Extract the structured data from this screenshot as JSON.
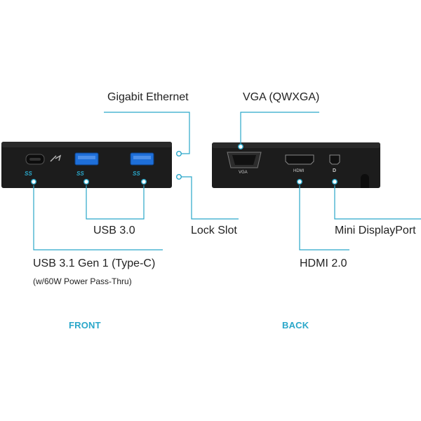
{
  "labels": {
    "gigabit_ethernet": "Gigabit Ethernet",
    "vga": "VGA (QWXGA)",
    "usb30": "USB 3.0",
    "lock_slot": "Lock Slot",
    "mini_displayport": "Mini DisplayPort",
    "usb31_line1": "USB 3.1 Gen 1 (Type-C)",
    "usb31_line2": "(w/60W Power Pass-Thru)",
    "hdmi20": "HDMI 2.0"
  },
  "device_markings": {
    "ss_usb": "SS",
    "vga_port": "VGA",
    "hdmi_port": "HDMI",
    "dp_port": "D"
  },
  "sections": {
    "front": "FRONT",
    "back": "BACK"
  },
  "colors": {
    "accent": "#2aa7c9",
    "device_body": "#1c1c1c",
    "port_blue": "#1e6fd9"
  },
  "icons": [
    "thunderbolt-symbol-icon",
    "superspeed-usb-icon",
    "displayport-icon"
  ]
}
